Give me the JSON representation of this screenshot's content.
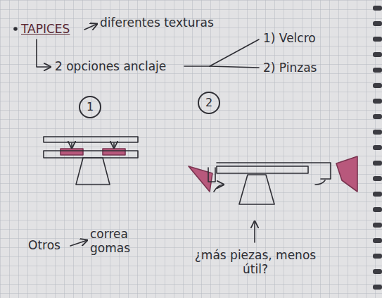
{
  "diagram": {
    "nodes": [
      {
        "text": [
          "1"
        ]
      },
      {
        "text": [
          "2"
        ]
      }
    ],
    "labels": [
      "TAPICES",
      "diferentes texturas",
      "1) Velcro",
      "2 opciones anclaje",
      "2) Pinzas",
      "Otros",
      "correa gomas",
      "¿más piezas, menos útil?"
    ]
  }
}
